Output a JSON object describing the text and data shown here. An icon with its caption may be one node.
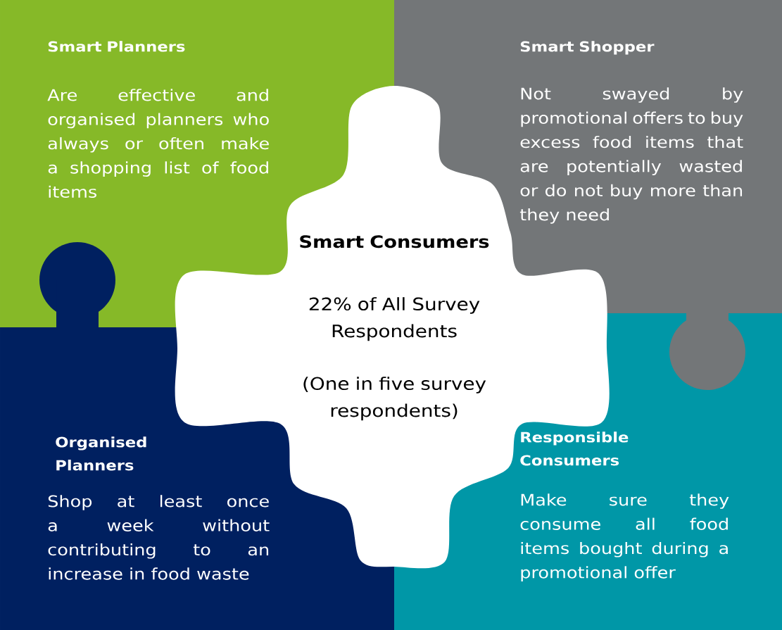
{
  "diagram": {
    "nodes": [
      {
        "text": [
          "Smart Planners",
          "Are effective and organised planners who always or often make a shopping list of food items"
        ]
      },
      {
        "text": [
          "Smart Shopper",
          "Not swayed by promotional offers to buy excess food items that are potentially wasted or do not buy more than they need"
        ]
      },
      {
        "text": [
          "Smart Consumers",
          "22% of All Survey Respondents",
          "(One in five survey respondents)"
        ]
      },
      {
        "text": [
          "Organised Planners",
          "Shop at least once a week without contributing to an increase in food waste"
        ]
      },
      {
        "text": [
          "Responsible Consumers",
          "Make sure they consume all food items bought during a promotional offer"
        ]
      }
    ]
  }
}
